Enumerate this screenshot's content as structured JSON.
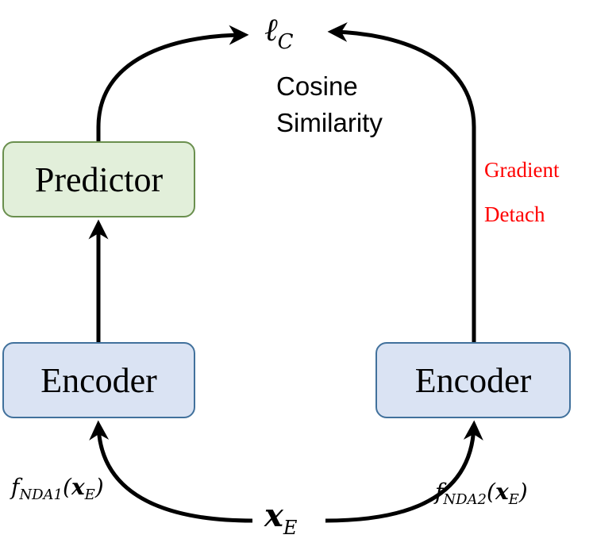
{
  "diagram": {
    "nodes": {
      "predictor": "Predictor",
      "encoder_left": "Encoder",
      "encoder_right": "Encoder"
    },
    "loss": {
      "symbol": "ℓ",
      "subscript": "C"
    },
    "input": {
      "symbol": "x",
      "subscript": "E"
    },
    "cosine": {
      "line1": "Cosine",
      "line2": "Similarity"
    },
    "gradient_detach": {
      "line1": "Gradient",
      "line2": "Detach",
      "color": "#ff0000"
    },
    "augment_left": {
      "f": "f",
      "sub": "NDA1",
      "open": "(",
      "x": "x",
      "xsub": "E",
      "close": ")"
    },
    "augment_right": {
      "f": "f",
      "sub": "NDA2",
      "open": "(",
      "x": "x",
      "xsub": "E",
      "close": ")"
    },
    "colors": {
      "encoder_fill": "#dae3f3",
      "encoder_border": "#41719c",
      "predictor_fill": "#e2efda",
      "predictor_border": "#6a8f4e",
      "arrow": "#000000"
    }
  }
}
